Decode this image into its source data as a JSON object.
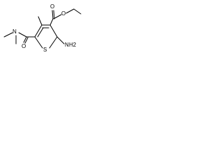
{
  "molecule": {
    "atoms": {
      "o_carbonyl_ester": "O",
      "o_ether": "O",
      "s_ring": "S",
      "n_amino": "N",
      "h2_amino": "H2",
      "n_amide": "N",
      "o_amide": "O"
    },
    "colors": {
      "bond": "#000000",
      "atom_text": "#000000",
      "background": "#ffffff"
    }
  }
}
